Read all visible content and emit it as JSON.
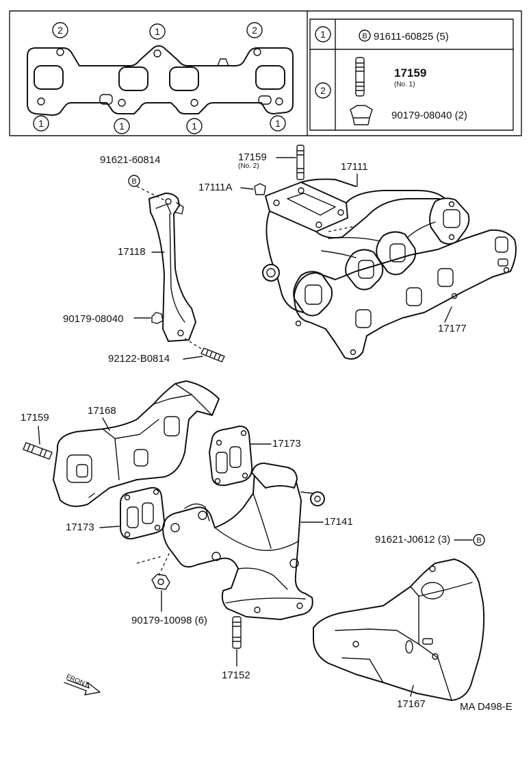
{
  "gasket_callouts": {
    "top_left": "2",
    "top_mid": "1",
    "top_right": "2",
    "bot_1": "1",
    "bot_2": "1",
    "bot_3": "1",
    "bot_4": "1"
  },
  "legend_table": {
    "row1_key": "1",
    "row1_marker": "B",
    "row1_part": "91611-60825 (5)",
    "row2_key": "2",
    "row2_stud_part": "17159",
    "row2_stud_note": "(No. 1)",
    "row2_nut_part": "90179-08040 (2)"
  },
  "labels": {
    "bolt_91621_60814": "91621-60814",
    "marker_b_top": "B",
    "stud_17159_no2": "17159",
    "stud_17159_no2_note": "(No. 2)",
    "intake_manifold": "17111",
    "plug_17111a": "17111A",
    "stay_17118": "17118",
    "nut_90179_08040": "90179-08040",
    "stud_92122_b0814": "92122-B0814",
    "gasket_17177": "17177",
    "stud_17159": "17159",
    "insulator_17168": "17168",
    "gasket_17173_upper": "17173",
    "gasket_17173_lower": "17173",
    "exhaust_manifold": "17141",
    "bolt_91621_j0612": "91621-J0612 (3)",
    "marker_b_bottom": "B",
    "nut_90179_10098": "90179-10098 (6)",
    "stud_17152": "17152",
    "insulator_17167": "17167",
    "front_arrow": "FRONT",
    "diagram_code": "MA D498-E"
  }
}
